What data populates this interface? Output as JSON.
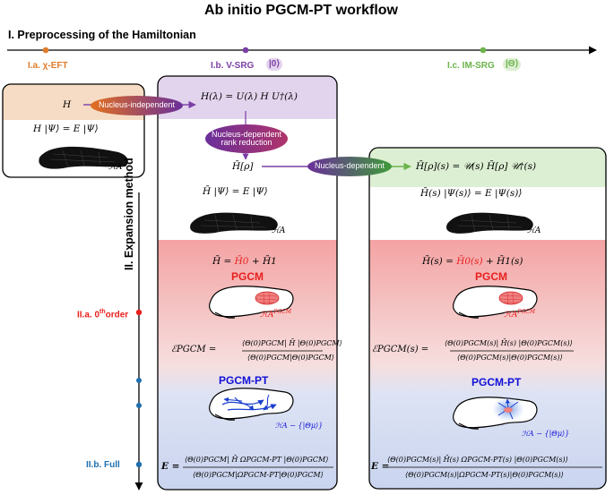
{
  "title": "Ab initio PGCM-PT workflow",
  "section1": "I. Preprocessing of the Hamiltonian",
  "section2": "II. Expansion method",
  "steps": {
    "ia": "I.a. χ-EFT",
    "ib": "I.b. V-SRG",
    "ib_badge": "|0⟩",
    "ic": "I.c. IM-SRG",
    "ic_badge": "|Θ⟩",
    "iia_prefix": "II.a. 0",
    "iia_sup": "th",
    "iia_suffix": "order",
    "iib": "II.b. Full"
  },
  "pills": {
    "nucleus_independent": "Nucleus-independent",
    "nucleus_dependent_rank_1": "Nucleus-dependent",
    "nucleus_dependent_rank_2": "rank reduction",
    "nucleus_dependent": "Nucleus-dependent"
  },
  "left_box": {
    "H": "H",
    "schrodinger": "H |Ψ⟩ = E |Ψ⟩",
    "space": "ℋA"
  },
  "middle": {
    "srg": "H(λ) = U(λ) H U†(λ)",
    "hbar_rho": "H̄[ρ]",
    "schrodinger": "H̄ |Ψ⟩ = E |Ψ⟩",
    "space": "ℋA",
    "partition_lhs": "H̄ = ",
    "partition_h0": "H̄0",
    "partition_rest": " + H̄1",
    "pgcm": "PGCM",
    "pgcm_space": "ℋA",
    "pgcm_space_sup": "PGCM",
    "energy_lhs": "ℰPGCM =",
    "energy_num": "⟨Θ(0)PGCM| H̄ |Θ(0)PGCM⟩",
    "energy_den": "⟨Θ(0)PGCM|Θ(0)PGCM⟩",
    "pgcmpt": "PGCM-PT",
    "complement": "ℋA − {|Θμ⟩}",
    "full_lhs": "E =",
    "full_num": "⟨Θ(0)PGCM| H̄ ΩPGCM-PT |Θ(0)PGCM⟩",
    "full_den": "⟨Θ(0)PGCM|ΩPGCM-PT|Θ(0)PGCM⟩"
  },
  "right": {
    "imsrg": "H̄[ρ](s) = 𝒰(s) H̄[ρ] 𝒰†(s)",
    "schrodinger": "H̄(s) |Ψ(s)⟩ = E |Ψ(s)⟩",
    "space": "ℋA",
    "partition_lhs": "H̄(s) = ",
    "partition_h0": "H̄0(s)",
    "partition_rest": " + H̄1(s)",
    "pgcm": "PGCM",
    "pgcm_space": "ℋA",
    "pgcm_space_sup": "PGCM",
    "energy_lhs": "ℰPGCM(s) =",
    "energy_num": "⟨Θ(0)PGCM(s)| H̄(s) |Θ(0)PGCM(s)⟩",
    "energy_den": "⟨Θ(0)PGCM(s)|Θ(0)PGCM(s)⟩",
    "pgcmpt": "PGCM-PT",
    "complement": "ℋA − {|Θμ⟩}",
    "full_lhs": "E =",
    "full_num": "⟨Θ(0)PGCM(s)| H̄(s) ΩPGCM-PT(s) |Θ(0)PGCM(s)⟩",
    "full_den": "⟨Θ(0)PGCM(s)|ΩPGCM-PT(s)|Θ(0)PGCM(s)⟩"
  },
  "colors": {
    "orange": "#e07b2a",
    "purple": "#7b3fa6",
    "green": "#6bb34a",
    "red": "#e8201d",
    "blue": "#1e6fae",
    "pgcm_red": "#e8201d",
    "pgcmpt_blue": "#1010d6"
  }
}
